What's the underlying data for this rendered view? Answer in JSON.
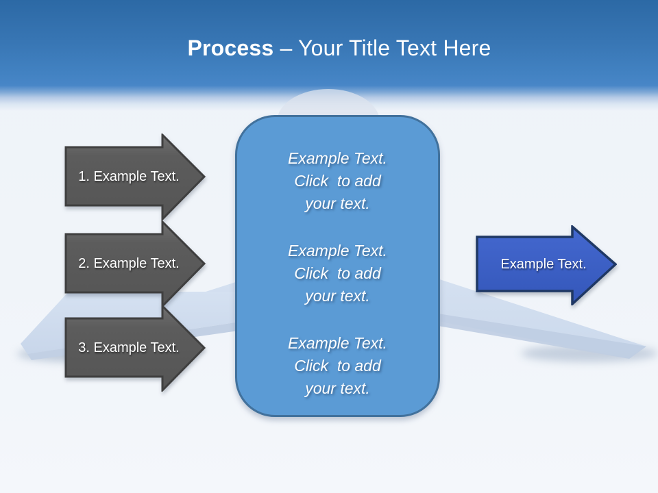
{
  "title": {
    "bold": "Process",
    "rest": " – Your Title Text Here"
  },
  "process_steps": [
    {
      "label": "1. Example Text."
    },
    {
      "label": "2. Example Text."
    },
    {
      "label": "3. Example Text."
    }
  ],
  "center_box": {
    "blocks": [
      {
        "text": "Example Text.\nClick  to add\nyour text."
      },
      {
        "text": "Example Text.\nClick  to add\nyour text."
      },
      {
        "text": "Example Text.\nClick  to add\nyour text."
      }
    ]
  },
  "output_arrow": {
    "label": "Example Text."
  },
  "colors": {
    "header_gradient_top": "#2c69a5",
    "header_gradient_bottom": "#4886c7",
    "slide_background": "#f0f4f9",
    "gray_arrow_fill": "#595959",
    "gray_arrow_border": "#3f3f3f",
    "center_box_fill": "#5b9bd5",
    "center_box_border": "#41719c",
    "blue_arrow_fill": "#3b60c5",
    "blue_arrow_border": "#1f3864",
    "background_plane": "#cddbee",
    "text_color": "#ffffff"
  }
}
